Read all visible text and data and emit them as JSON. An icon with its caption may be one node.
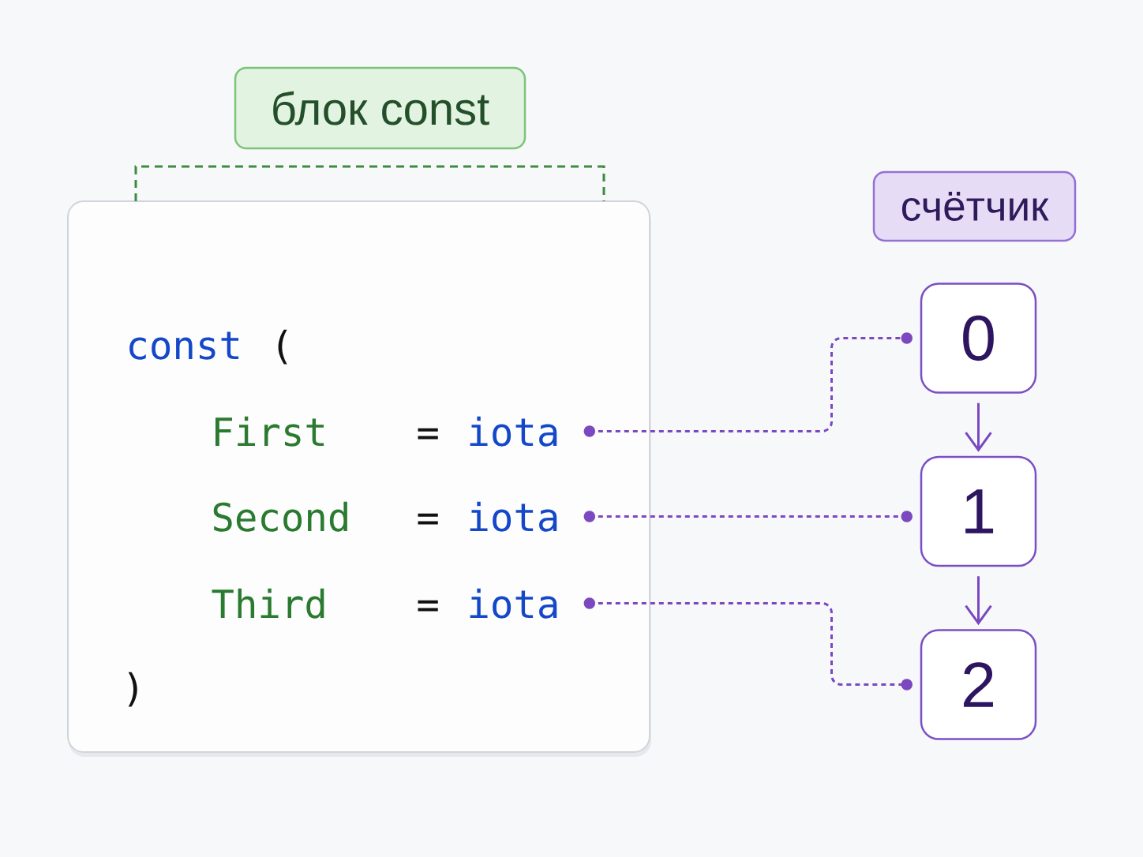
{
  "diagram": {
    "nodes": [
      {
        "text": [
          "блок const"
        ]
      },
      {
        "text": [
          "const",
          "(",
          ")"
        ]
      },
      {
        "text": [
          "First",
          "=",
          "iota"
        ],
        "in": 1
      },
      {
        "text": [
          "Second",
          "=",
          "iota"
        ],
        "in": 1
      },
      {
        "text": [
          "Third",
          "=",
          "iota"
        ],
        "in": 1
      },
      {
        "text": [
          "счётчик"
        ]
      },
      {
        "text": [
          "0"
        ]
      },
      {
        "text": [
          "1"
        ]
      },
      {
        "text": [
          "2"
        ]
      }
    ],
    "edges": [
      {
        "from": 2,
        "to": 6,
        "arrow": "other",
        "style": "dashed"
      },
      {
        "from": 3,
        "to": 7,
        "arrow": "other",
        "style": "dashed"
      },
      {
        "from": 4,
        "to": 8,
        "arrow": "other",
        "style": "dashed"
      },
      {
        "from": 6,
        "to": 7,
        "arrow": "to"
      },
      {
        "from": 7,
        "to": 8,
        "arrow": "to"
      }
    ]
  }
}
